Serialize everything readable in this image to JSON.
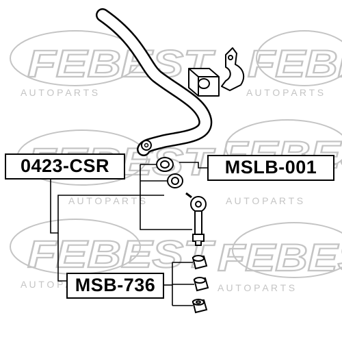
{
  "watermark": {
    "brand": "FEBEST",
    "tagline": "A U T O   P A R T S"
  },
  "parts": {
    "label_a": "0423-CSR",
    "label_b": "MSLB-001",
    "label_c": "MSB-736"
  },
  "colors": {
    "line": "#000000",
    "watermark": "#c4c4c4",
    "background": "#ffffff"
  }
}
